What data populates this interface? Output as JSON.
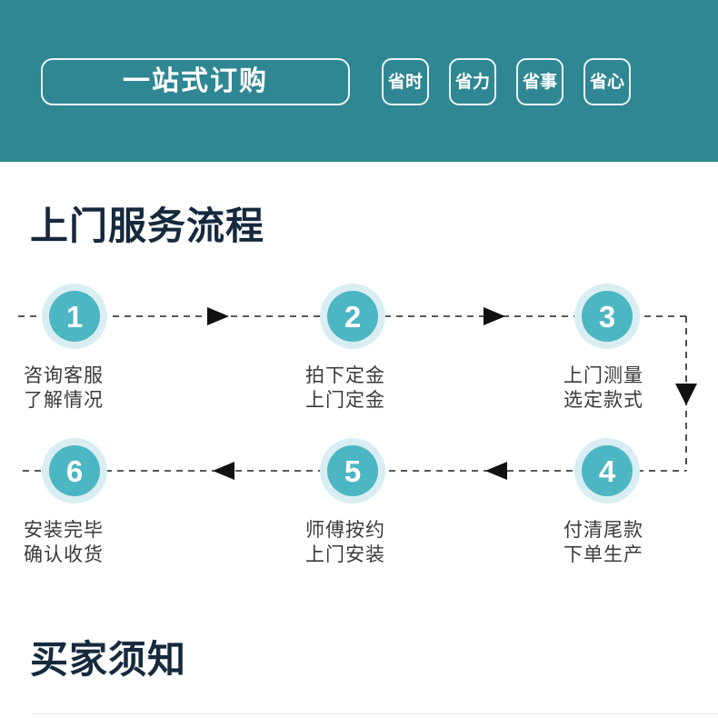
{
  "header": {
    "background_color": "#2f8793",
    "pill_label": "一站式订购",
    "badges": [
      {
        "label": "省时"
      },
      {
        "label": "省力"
      },
      {
        "label": "省事"
      },
      {
        "label": "省心"
      }
    ]
  },
  "flow_section": {
    "title": "上门服务流程",
    "title_color": "#16293d",
    "accent_color": "#4cb6c2",
    "halo_color": "#d9eef2",
    "connector_color": "#222222",
    "steps": [
      {
        "number": "1",
        "line1": "咨询客服",
        "line2": "了解情况"
      },
      {
        "number": "2",
        "line1": "拍下定金",
        "line2": "上门定金"
      },
      {
        "number": "3",
        "line1": "上门测量",
        "line2": "选定款式"
      },
      {
        "number": "4",
        "line1": "付清尾款",
        "line2": "下单生产"
      },
      {
        "number": "5",
        "line1": "师傅按约",
        "line2": "上门安装"
      },
      {
        "number": "6",
        "line1": "安装完毕",
        "line2": "确认收货"
      }
    ]
  },
  "notice_section": {
    "title": "买家须知",
    "title_color": "#16293d",
    "divider_color": "#e6e8ea"
  }
}
